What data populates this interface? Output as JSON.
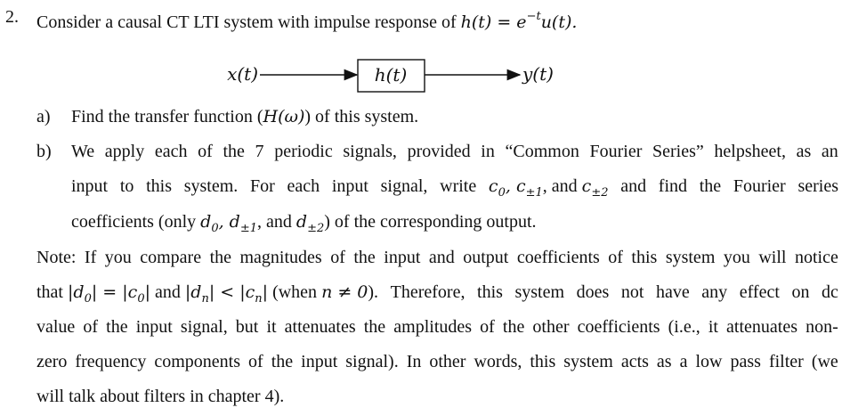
{
  "question": {
    "number": "2.",
    "intro": "Consider a causal CT LTI system with impulse response of ",
    "impulse_response": "h(t) = e",
    "exponent": "−t",
    "step": "u(t).",
    "diagram": {
      "input": "x(t)",
      "block": "h(t)",
      "output": "y(t)"
    }
  },
  "part_a": {
    "label": "a)",
    "text_before": "Find the transfer function (",
    "math": "H(ω)",
    "text_after": ") of this system."
  },
  "part_b": {
    "label": "b)",
    "line1_words": [
      "We",
      "apply",
      "each",
      "of",
      "the",
      "7",
      "periodic",
      "signals,",
      "provided",
      "in",
      "“Common",
      "Fourier",
      "Series”",
      "helpsheet,",
      "as",
      "an"
    ],
    "line2": {
      "words_before": [
        "input",
        "to",
        "this",
        "system.",
        "For",
        "each",
        "input",
        "signal,",
        "write"
      ],
      "c0": "c",
      "c0_sub": "0",
      "c1": ", c",
      "c1_sub": "±1",
      "and1": ", and ",
      "c2": "c",
      "c2_sub": "±2",
      "words_after": [
        "and",
        "find",
        "the",
        "Fourier",
        "series"
      ]
    },
    "line3": {
      "before": "coefficients (only ",
      "d0": "d",
      "d0_sub": "0",
      "d1": ", d",
      "d1_sub": "±1",
      "and": ", and ",
      "d2": "d",
      "d2_sub": "±2",
      "after": ") of the corresponding output."
    }
  },
  "note": {
    "line1_words": [
      "Note:",
      "If",
      "you",
      "compare",
      "the",
      "magnitudes",
      "of",
      "the",
      "input",
      "and",
      "output",
      "coefficients",
      "of",
      "this",
      "system",
      "you",
      "will",
      "notice"
    ],
    "line2": {
      "that": "that ",
      "eq1": "|d",
      "eq1_sub": "0",
      "eq1_mid": "| = |c",
      "eq1_sub2": "0",
      "eq1_end": "|",
      "and": " and ",
      "eq2": "|d",
      "eq2_sub": "n",
      "eq2_mid": "| < |c",
      "eq2_sub2": "n",
      "eq2_end": "|",
      "when_open": " (when ",
      "cond": "n ≠ 0",
      "when_close": ").",
      "rest_words": [
        "Therefore,",
        "this",
        "system",
        "does",
        "not",
        "have",
        "any",
        "effect",
        "on",
        "dc"
      ]
    },
    "line3_words": [
      "value",
      "of",
      "the",
      "input",
      "signal,",
      "but",
      "it",
      "attenuates",
      "the",
      "amplitudes",
      "of",
      "the",
      "other",
      "coefficients",
      "(i.e.,",
      "it",
      "attenuates",
      "non-"
    ],
    "line4_words": [
      "zero",
      "frequency",
      "components",
      "of",
      "the",
      "input",
      "signal).",
      "In",
      "other",
      "words,",
      "this",
      "system",
      "acts",
      "as",
      "a",
      "low",
      "pass",
      "filter",
      "(we"
    ],
    "line5": "will talk about filters in chapter 4)."
  }
}
